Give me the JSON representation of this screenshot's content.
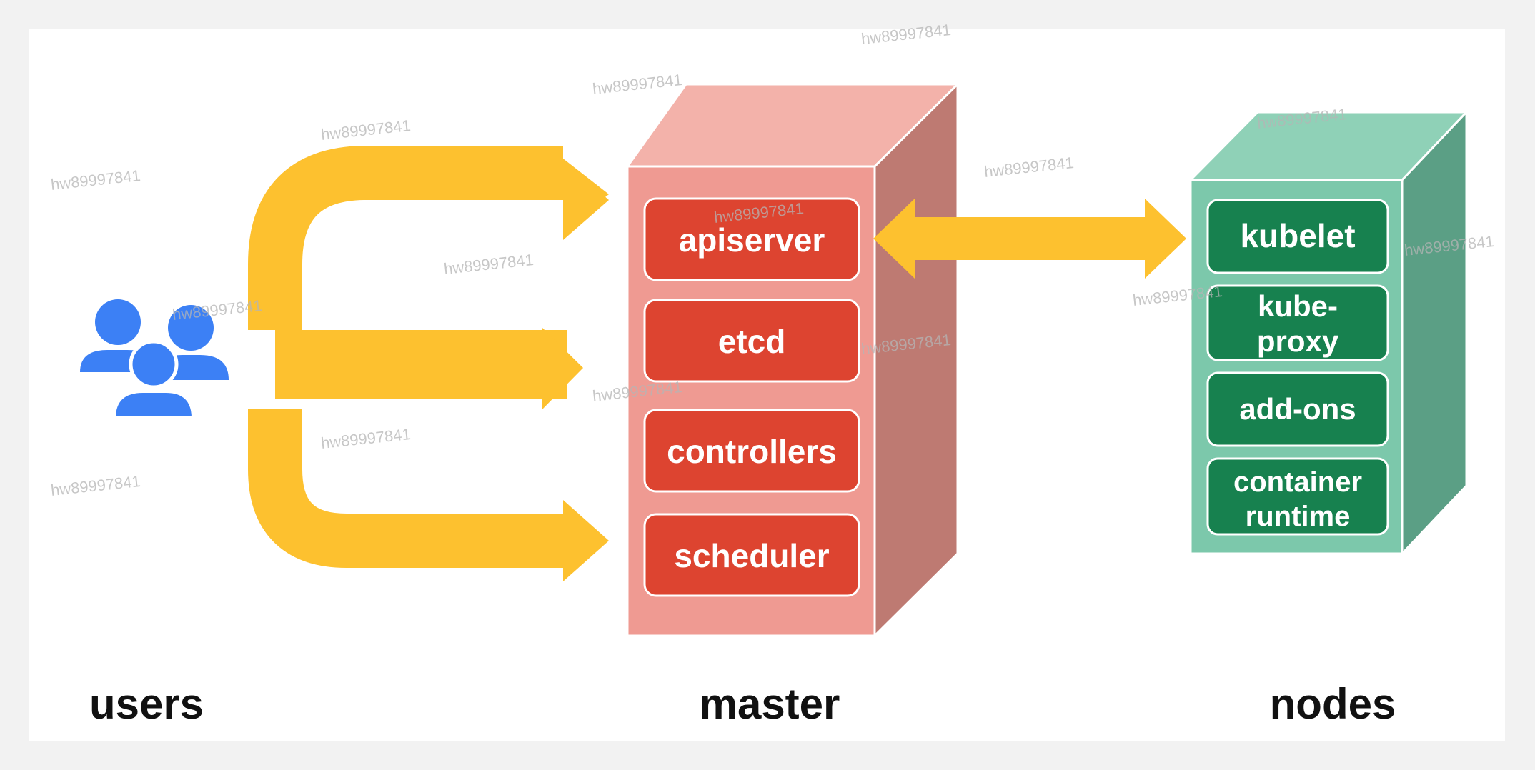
{
  "colors": {
    "background": "#f2f2f2",
    "card": "#ffffff",
    "arrow": "#fdc12f",
    "users_icon": "#3c80f5",
    "master_front": "#ef9a92",
    "master_top": "#f3b2aa",
    "master_side": "#be7a72",
    "master_box": "#dd4430",
    "nodes_front": "#7cc8ab",
    "nodes_top": "#8fd1b7",
    "nodes_side": "#5b9f85",
    "nodes_box": "#17814f",
    "label_text": "#111111"
  },
  "sections": {
    "users": {
      "label": "users",
      "icon": "users-group-icon"
    },
    "master": {
      "label": "master",
      "components": [
        "apiserver",
        "etcd",
        "controllers",
        "scheduler"
      ]
    },
    "nodes": {
      "label": "nodes",
      "components": [
        [
          "kubelet"
        ],
        [
          "kube-",
          "proxy"
        ],
        [
          "add-ons"
        ],
        [
          "container",
          "runtime"
        ]
      ]
    }
  },
  "arrows": [
    {
      "from": "users",
      "to": "master",
      "style": "curved-top"
    },
    {
      "from": "users",
      "to": "master",
      "style": "straight"
    },
    {
      "from": "users",
      "to": "master",
      "style": "curved-bottom"
    },
    {
      "from": "master",
      "to": "nodes",
      "style": "bidirectional"
    }
  ],
  "watermark_text": "hw89997841"
}
